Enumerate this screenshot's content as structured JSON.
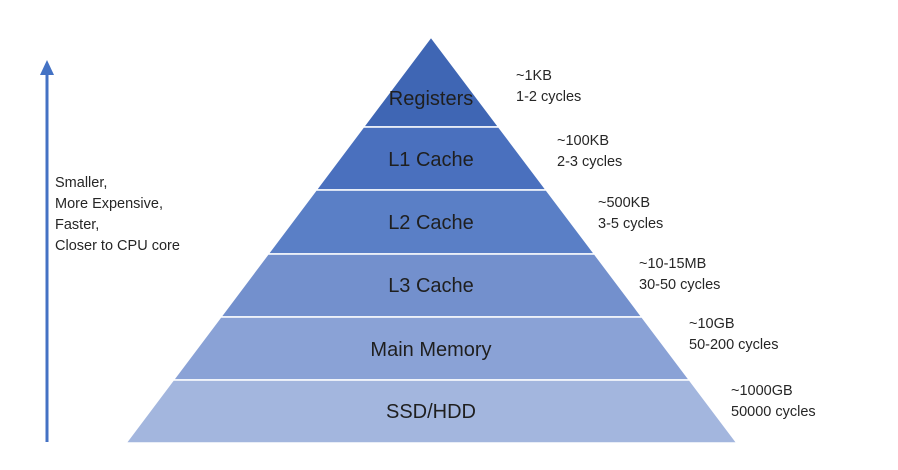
{
  "side_note": {
    "lines": [
      "Smaller,",
      "More Expensive,",
      "Faster,",
      "Closer to CPU core"
    ]
  },
  "colors": {
    "arrow": "#4472c4",
    "divider": "#ffffff"
  },
  "layers": [
    {
      "label": "Registers",
      "size": "~1KB",
      "latency": "1-2 cycles",
      "color": "#3f66b4"
    },
    {
      "label": "L1 Cache",
      "size": "~100KB",
      "latency": "2-3 cycles",
      "color": "#4a70be"
    },
    {
      "label": "L2 Cache",
      "size": "~500KB",
      "latency": "3-5 cycles",
      "color": "#5a7fc6"
    },
    {
      "label": "L3 Cache",
      "size": "~10-15MB",
      "latency": "30-50 cycles",
      "color": "#7390cd"
    },
    {
      "label": "Main Memory",
      "size": "~10GB",
      "latency": "50-200 cycles",
      "color": "#8aa2d6"
    },
    {
      "label": "SSD/HDD",
      "size": "~1000GB",
      "latency": "50000 cycles",
      "color": "#a3b6de"
    }
  ]
}
